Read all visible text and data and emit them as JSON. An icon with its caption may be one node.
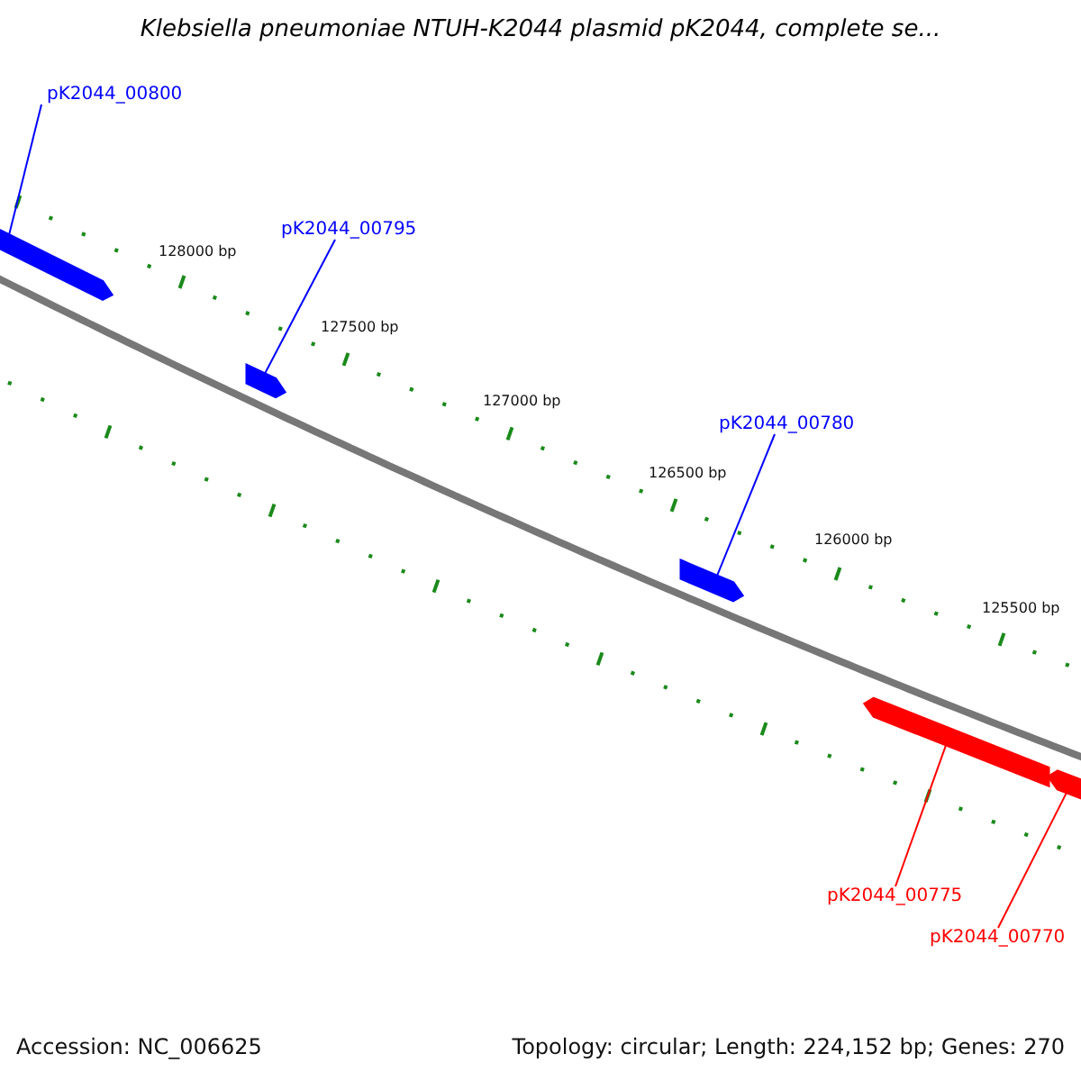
{
  "diagram": {
    "title": "Klebsiella pneumoniae NTUH-K2044 plasmid pK2044, complete se...",
    "nodes": [
      {
        "text": [
          "pK2044_00800"
        ]
      },
      {
        "text": [
          "pK2044_00795"
        ]
      },
      {
        "text": [
          "pK2044_00780"
        ]
      },
      {
        "text": [
          "pK2044_00775"
        ]
      },
      {
        "text": [
          "pK2044_00770"
        ]
      },
      {
        "text": [],
        "shape": "arrow"
      },
      {
        "text": [],
        "shape": "arrow"
      },
      {
        "text": [],
        "shape": "arrow"
      },
      {
        "text": [],
        "shape": "arrow"
      },
      {
        "text": [],
        "shape": "arrow"
      }
    ],
    "edges": [
      {
        "from": 0,
        "to": 5,
        "arrow": "none"
      },
      {
        "from": 1,
        "to": 6,
        "arrow": "none"
      },
      {
        "from": 2,
        "to": 7,
        "arrow": "none"
      },
      {
        "from": 3,
        "to": 8,
        "arrow": "none",
        "color": "#ff0000"
      },
      {
        "from": 4,
        "to": 9,
        "arrow": "none",
        "color": "#ff0000"
      }
    ],
    "labels": [
      "128000 bp",
      "127500 bp",
      "127000 bp",
      "126500 bp",
      "126000 bp",
      "125500 bp",
      "Accession: NC_006625",
      "Topology: circular; Length: 224,152 bp; Genes: 270"
    ]
  }
}
